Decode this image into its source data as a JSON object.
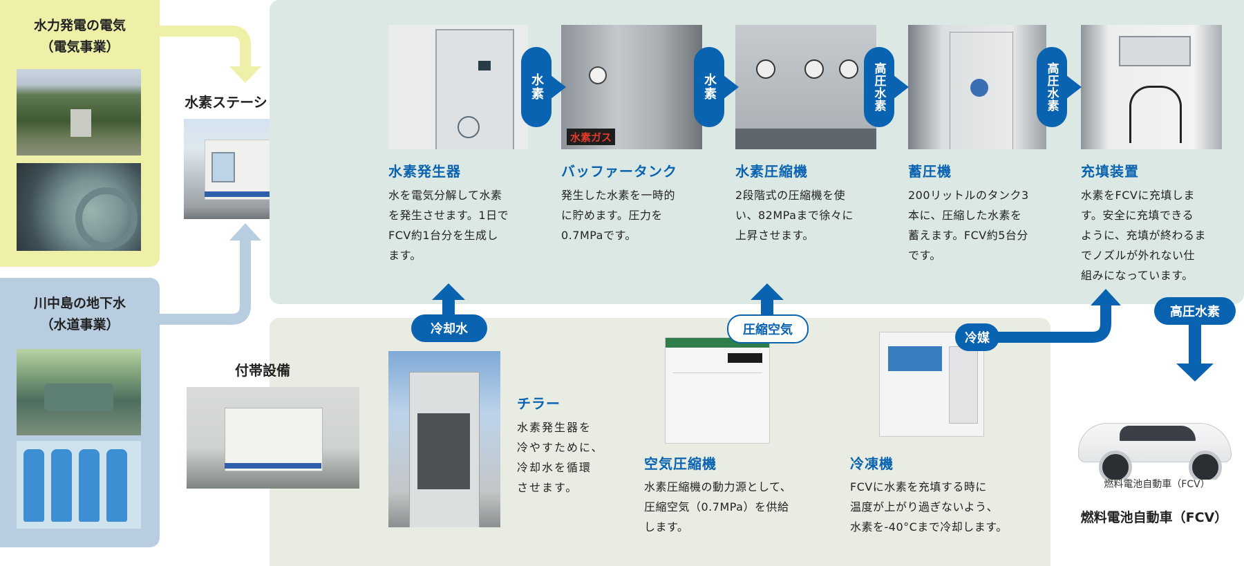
{
  "sources": {
    "hydro": {
      "line1": "水力発電の電気",
      "line2": "（電気事業）"
    },
    "groundwater": {
      "line1": "川中島の地下水",
      "line2": "（水道事業）"
    }
  },
  "station": {
    "label": "水素ステーション本体"
  },
  "auxiliary": {
    "label": "付帯設備"
  },
  "steps": [
    {
      "title": "水素発生器",
      "text": [
        "水を電気分解して水素",
        "を発生させます。1日で",
        "FCV約1台分を生成し",
        "ます。"
      ]
    },
    {
      "title": "バッファータンク",
      "text": [
        "発生した水素を一時的",
        "に貯めます。圧力を",
        "0.7MPaです。"
      ]
    },
    {
      "title": "水素圧縮機",
      "text": [
        "2段階式の圧縮機を使",
        "い、82MPaまで徐々に",
        "上昇させます。"
      ]
    },
    {
      "title": "蓄圧機",
      "text": [
        "200リットルのタンク3",
        "本に、圧縮した水素を",
        "蓄えます。FCV約5台分",
        "です。"
      ]
    },
    {
      "title": "充填装置",
      "text": [
        "水素をFCVに充填しま",
        "す。安全に充填できる",
        "ように、充填が終わるま",
        "でノズルが外れない仕",
        "組みになっています。"
      ]
    }
  ],
  "connectors": {
    "h2": "水素",
    "h2b": "水素",
    "hp1": "高圧水素",
    "hp2": "高圧水素",
    "hp_out": "高圧水素"
  },
  "utilities": [
    {
      "title": "チラー",
      "text": [
        "水素発生器を",
        "冷やすために、",
        "冷却水を循環",
        "させます。"
      ],
      "flow": "冷却水"
    },
    {
      "title": "空気圧縮機",
      "text": [
        "水素圧縮機の動力源として、",
        "圧縮空気（0.7MPa）を供給",
        "します。"
      ],
      "flow": "圧縮空気"
    },
    {
      "title": "冷凍機",
      "text": [
        "FCVに水素を充填する時に",
        "温度が上がり過ぎないよう、",
        "水素を-40°Cまで冷却します。"
      ],
      "flow": "冷媒"
    }
  ],
  "fcv": {
    "caption_small": "燃料電池自動車（FCV）",
    "caption": "燃料電池自動車（FCV）"
  },
  "photo_text": {
    "hydrogen_gas": "水素ガス"
  },
  "colors": {
    "accent": "#0a63b0",
    "hydro_bg": "#eef0a8",
    "water_bg": "#b9cde0",
    "station_bg": "#dce8e3",
    "aux_bg": "#e8ece3"
  }
}
